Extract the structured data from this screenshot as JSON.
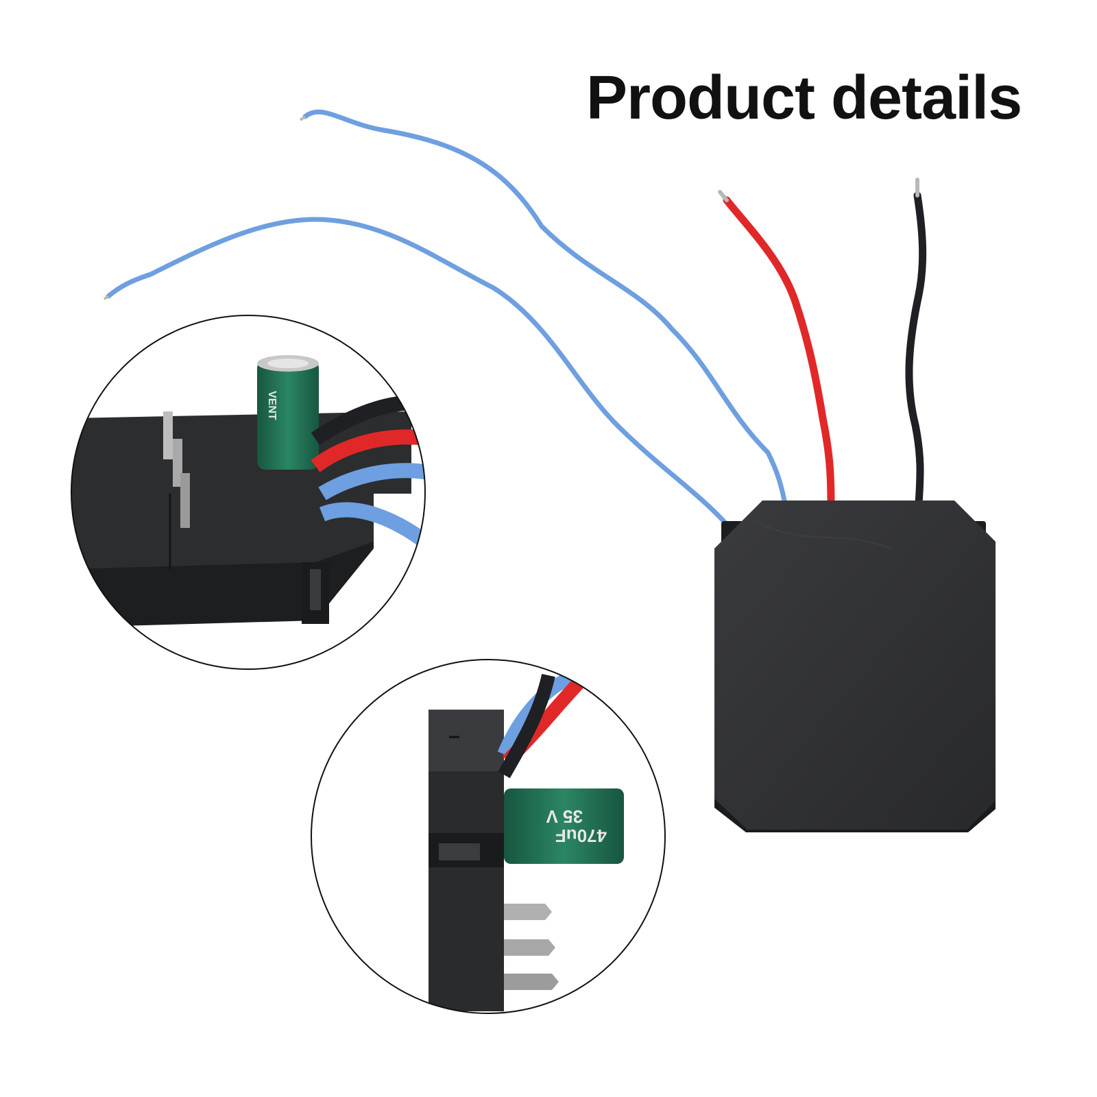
{
  "page": {
    "title": "Product details"
  },
  "capacitor_print": {
    "rating_voltage": "35 V",
    "rating_capacitance": "470uF"
  },
  "colors": {
    "module_body": "#2b2c2e",
    "wire_blue": "#6e9fe0",
    "wire_red": "#e02828",
    "wire_black": "#1e2024",
    "capacitor_green": "#1f6a4f"
  }
}
